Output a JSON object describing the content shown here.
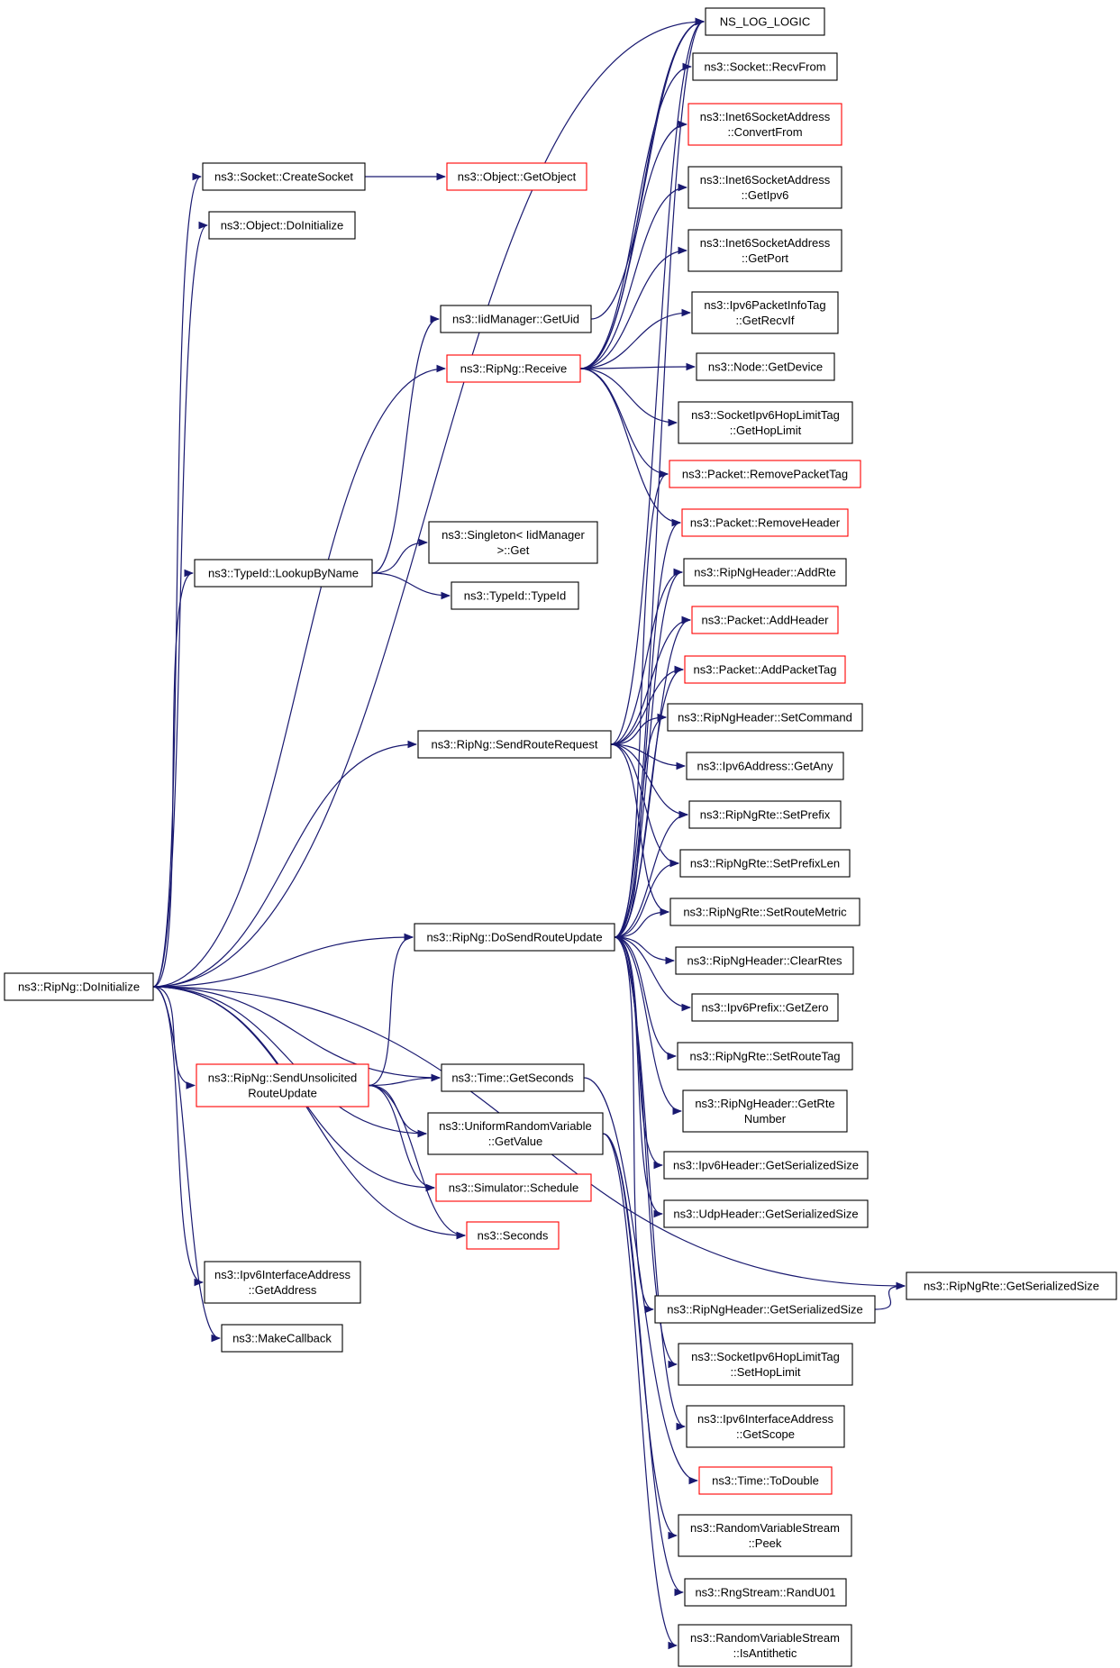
{
  "diagram": {
    "type": "call-graph",
    "colors": {
      "edge": "#191970",
      "node_border": "#000000",
      "node_border_truncated": "#ff0000",
      "root_fill": "#bfbfbf",
      "node_fill": "#ffffff"
    },
    "nodes": [
      {
        "id": "root",
        "lines": [
          "ns3::RipNg::DoInitialize"
        ],
        "truncated": false,
        "root": true
      },
      {
        "id": "createSocket",
        "lines": [
          "ns3::Socket::CreateSocket"
        ],
        "truncated": false
      },
      {
        "id": "getObject",
        "lines": [
          "ns3::Object::GetObject"
        ],
        "truncated": true
      },
      {
        "id": "objDoInit",
        "lines": [
          "ns3::Object::DoInitialize"
        ],
        "truncated": false
      },
      {
        "id": "iidGetUid",
        "lines": [
          "ns3::IidManager::GetUid"
        ],
        "truncated": false
      },
      {
        "id": "receive",
        "lines": [
          "ns3::RipNg::Receive"
        ],
        "truncated": true
      },
      {
        "id": "lookup",
        "lines": [
          "ns3::TypeId::LookupByName"
        ],
        "truncated": false
      },
      {
        "id": "singletonGet",
        "lines": [
          "ns3::Singleton< IidManager",
          ">::Get"
        ],
        "truncated": false
      },
      {
        "id": "typeId",
        "lines": [
          "ns3::TypeId::TypeId"
        ],
        "truncated": false
      },
      {
        "id": "sendRouteRequest",
        "lines": [
          "ns3::RipNg::SendRouteRequest"
        ],
        "truncated": false
      },
      {
        "id": "doSendRouteUpdate",
        "lines": [
          "ns3::RipNg::DoSendRouteUpdate"
        ],
        "truncated": false
      },
      {
        "id": "sendUnsolicited",
        "lines": [
          "ns3::RipNg::SendUnsolicited",
          "RouteUpdate"
        ],
        "truncated": true
      },
      {
        "id": "timeGetSeconds",
        "lines": [
          "ns3::Time::GetSeconds"
        ],
        "truncated": false
      },
      {
        "id": "urvGetValue",
        "lines": [
          "ns3::UniformRandomVariable",
          "::GetValue"
        ],
        "truncated": false
      },
      {
        "id": "schedule",
        "lines": [
          "ns3::Simulator::Schedule"
        ],
        "truncated": true
      },
      {
        "id": "seconds",
        "lines": [
          "ns3::Seconds"
        ],
        "truncated": true
      },
      {
        "id": "ifaceGetAddress",
        "lines": [
          "ns3::Ipv6InterfaceAddress",
          "::GetAddress"
        ],
        "truncated": false
      },
      {
        "id": "makeCallback",
        "lines": [
          "ns3::MakeCallback"
        ],
        "truncated": false
      },
      {
        "id": "nsLogLogic",
        "lines": [
          "NS_LOG_LOGIC"
        ],
        "truncated": false
      },
      {
        "id": "recvFrom",
        "lines": [
          "ns3::Socket::RecvFrom"
        ],
        "truncated": false
      },
      {
        "id": "convertFrom",
        "lines": [
          "ns3::Inet6SocketAddress",
          "::ConvertFrom"
        ],
        "truncated": true
      },
      {
        "id": "getIpv6",
        "lines": [
          "ns3::Inet6SocketAddress",
          "::GetIpv6"
        ],
        "truncated": false
      },
      {
        "id": "getPort",
        "lines": [
          "ns3::Inet6SocketAddress",
          "::GetPort"
        ],
        "truncated": false
      },
      {
        "id": "getRecvIf",
        "lines": [
          "ns3::Ipv6PacketInfoTag",
          "::GetRecvIf"
        ],
        "truncated": false
      },
      {
        "id": "getDevice",
        "lines": [
          "ns3::Node::GetDevice"
        ],
        "truncated": false
      },
      {
        "id": "getHopLimit",
        "lines": [
          "ns3::SocketIpv6HopLimitTag",
          "::GetHopLimit"
        ],
        "truncated": false
      },
      {
        "id": "removePacketTag",
        "lines": [
          "ns3::Packet::RemovePacketTag"
        ],
        "truncated": true
      },
      {
        "id": "removeHeader",
        "lines": [
          "ns3::Packet::RemoveHeader"
        ],
        "truncated": true
      },
      {
        "id": "addRte",
        "lines": [
          "ns3::RipNgHeader::AddRte"
        ],
        "truncated": false
      },
      {
        "id": "addHeader",
        "lines": [
          "ns3::Packet::AddHeader"
        ],
        "truncated": true
      },
      {
        "id": "addPacketTag",
        "lines": [
          "ns3::Packet::AddPacketTag"
        ],
        "truncated": true
      },
      {
        "id": "setCommand",
        "lines": [
          "ns3::RipNgHeader::SetCommand"
        ],
        "truncated": false
      },
      {
        "id": "getAny",
        "lines": [
          "ns3::Ipv6Address::GetAny"
        ],
        "truncated": false
      },
      {
        "id": "setPrefix",
        "lines": [
          "ns3::RipNgRte::SetPrefix"
        ],
        "truncated": false
      },
      {
        "id": "setPrefixLen",
        "lines": [
          "ns3::RipNgRte::SetPrefixLen"
        ],
        "truncated": false
      },
      {
        "id": "setRouteMetric",
        "lines": [
          "ns3::RipNgRte::SetRouteMetric"
        ],
        "truncated": false
      },
      {
        "id": "clearRtes",
        "lines": [
          "ns3::RipNgHeader::ClearRtes"
        ],
        "truncated": false
      },
      {
        "id": "getZero",
        "lines": [
          "ns3::Ipv6Prefix::GetZero"
        ],
        "truncated": false
      },
      {
        "id": "setRouteTag",
        "lines": [
          "ns3::RipNgRte::SetRouteTag"
        ],
        "truncated": false
      },
      {
        "id": "getRteNumber",
        "lines": [
          "ns3::RipNgHeader::GetRte",
          "Number"
        ],
        "truncated": false
      },
      {
        "id": "ipv6HdrSize",
        "lines": [
          "ns3::Ipv6Header::GetSerializedSize"
        ],
        "truncated": false
      },
      {
        "id": "udpHdrSize",
        "lines": [
          "ns3::UdpHeader::GetSerializedSize"
        ],
        "truncated": false
      },
      {
        "id": "rteSize",
        "lines": [
          "ns3::RipNgRte::GetSerializedSize"
        ],
        "truncated": false
      },
      {
        "id": "ripHdrSize",
        "lines": [
          "ns3::RipNgHeader::GetSerializedSize"
        ],
        "truncated": false
      },
      {
        "id": "setHopLimit",
        "lines": [
          "ns3::SocketIpv6HopLimitTag",
          "::SetHopLimit"
        ],
        "truncated": false
      },
      {
        "id": "getScope",
        "lines": [
          "ns3::Ipv6InterfaceAddress",
          "::GetScope"
        ],
        "truncated": false
      },
      {
        "id": "toDouble",
        "lines": [
          "ns3::Time::ToDouble"
        ],
        "truncated": true
      },
      {
        "id": "peek",
        "lines": [
          "ns3::RandomVariableStream",
          "::Peek"
        ],
        "truncated": false
      },
      {
        "id": "randU01",
        "lines": [
          "ns3::RngStream::RandU01"
        ],
        "truncated": false
      },
      {
        "id": "isAntithetic",
        "lines": [
          "ns3::RandomVariableStream",
          "::IsAntithetic"
        ],
        "truncated": false
      }
    ],
    "edges": [
      [
        "root",
        "createSocket"
      ],
      [
        "root",
        "objDoInit"
      ],
      [
        "root",
        "nsLogLogic"
      ],
      [
        "root",
        "receive"
      ],
      [
        "root",
        "lookup"
      ],
      [
        "root",
        "sendRouteRequest"
      ],
      [
        "root",
        "doSendRouteUpdate"
      ],
      [
        "root",
        "sendUnsolicited"
      ],
      [
        "root",
        "timeGetSeconds"
      ],
      [
        "root",
        "urvGetValue"
      ],
      [
        "root",
        "schedule"
      ],
      [
        "root",
        "seconds"
      ],
      [
        "root",
        "ifaceGetAddress"
      ],
      [
        "root",
        "makeCallback"
      ],
      [
        "root",
        "rteSize"
      ],
      [
        "createSocket",
        "getObject"
      ],
      [
        "iidGetUid",
        "nsLogLogic"
      ],
      [
        "receive",
        "nsLogLogic"
      ],
      [
        "receive",
        "recvFrom"
      ],
      [
        "receive",
        "convertFrom"
      ],
      [
        "receive",
        "getIpv6"
      ],
      [
        "receive",
        "getPort"
      ],
      [
        "receive",
        "getRecvIf"
      ],
      [
        "receive",
        "getDevice"
      ],
      [
        "receive",
        "getHopLimit"
      ],
      [
        "receive",
        "removePacketTag"
      ],
      [
        "receive",
        "removeHeader"
      ],
      [
        "lookup",
        "iidGetUid"
      ],
      [
        "lookup",
        "singletonGet"
      ],
      [
        "lookup",
        "typeId"
      ],
      [
        "sendRouteRequest",
        "nsLogLogic"
      ],
      [
        "sendRouteRequest",
        "addRte"
      ],
      [
        "sendRouteRequest",
        "addHeader"
      ],
      [
        "sendRouteRequest",
        "addPacketTag"
      ],
      [
        "sendRouteRequest",
        "setCommand"
      ],
      [
        "sendRouteRequest",
        "getAny"
      ],
      [
        "sendRouteRequest",
        "setPrefix"
      ],
      [
        "sendRouteRequest",
        "setPrefixLen"
      ],
      [
        "sendRouteRequest",
        "setRouteMetric"
      ],
      [
        "doSendRouteUpdate",
        "nsLogLogic"
      ],
      [
        "doSendRouteUpdate",
        "removePacketTag"
      ],
      [
        "doSendRouteUpdate",
        "removeHeader"
      ],
      [
        "doSendRouteUpdate",
        "addRte"
      ],
      [
        "doSendRouteUpdate",
        "addHeader"
      ],
      [
        "doSendRouteUpdate",
        "addPacketTag"
      ],
      [
        "doSendRouteUpdate",
        "setCommand"
      ],
      [
        "doSendRouteUpdate",
        "setPrefix"
      ],
      [
        "doSendRouteUpdate",
        "setPrefixLen"
      ],
      [
        "doSendRouteUpdate",
        "setRouteMetric"
      ],
      [
        "doSendRouteUpdate",
        "clearRtes"
      ],
      [
        "doSendRouteUpdate",
        "getZero"
      ],
      [
        "doSendRouteUpdate",
        "setRouteTag"
      ],
      [
        "doSendRouteUpdate",
        "getRteNumber"
      ],
      [
        "doSendRouteUpdate",
        "ipv6HdrSize"
      ],
      [
        "doSendRouteUpdate",
        "udpHdrSize"
      ],
      [
        "doSendRouteUpdate",
        "ripHdrSize"
      ],
      [
        "doSendRouteUpdate",
        "setHopLimit"
      ],
      [
        "doSendRouteUpdate",
        "getScope"
      ],
      [
        "sendUnsolicited",
        "doSendRouteUpdate"
      ],
      [
        "sendUnsolicited",
        "timeGetSeconds"
      ],
      [
        "sendUnsolicited",
        "urvGetValue"
      ],
      [
        "sendUnsolicited",
        "schedule"
      ],
      [
        "sendUnsolicited",
        "seconds"
      ],
      [
        "timeGetSeconds",
        "toDouble"
      ],
      [
        "urvGetValue",
        "peek"
      ],
      [
        "urvGetValue",
        "randU01"
      ],
      [
        "urvGetValue",
        "isAntithetic"
      ],
      [
        "ripHdrSize",
        "rteSize"
      ]
    ]
  }
}
